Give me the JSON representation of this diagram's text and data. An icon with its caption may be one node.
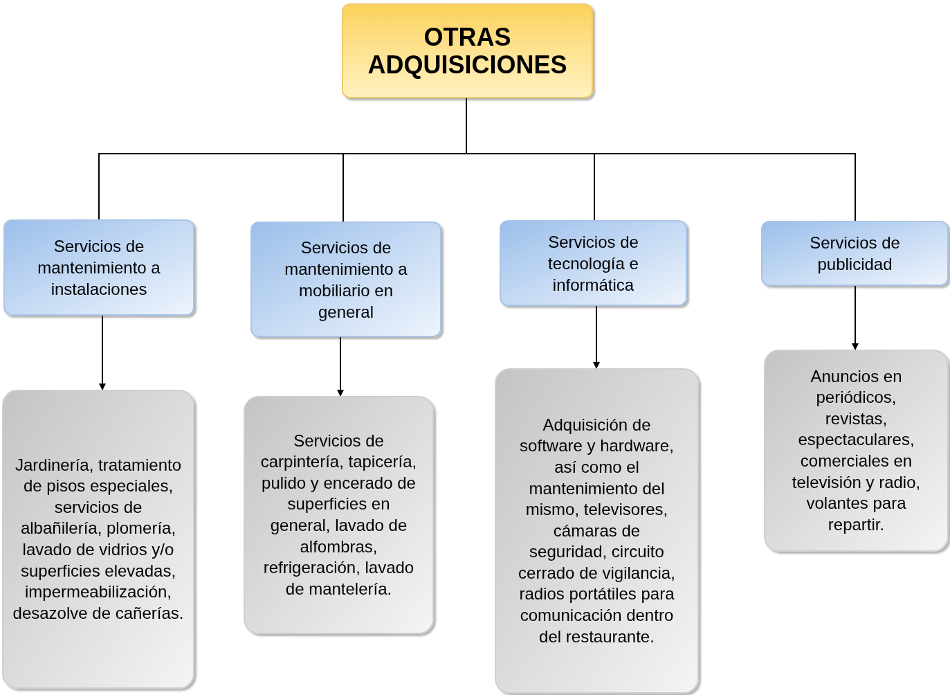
{
  "diagram": {
    "nodes": [
      {
        "text": [
          "OTRAS ADQUISICIONES"
        ]
      },
      {
        "text": [
          "Servicios de mantenimiento a instalaciones"
        ]
      },
      {
        "text": [
          "Servicios de mantenimiento a mobiliario en general"
        ]
      },
      {
        "text": [
          "Servicios de tecnología e informática"
        ]
      },
      {
        "text": [
          "Servicios de publicidad"
        ]
      },
      {
        "text": [
          "Jardinería, tratamiento de pisos especiales, servicios de albañilería, plomería, lavado de vidrios y/o superficies elevadas, impermeabilización, desazolve de cañerías."
        ]
      },
      {
        "text": [
          "Servicios de carpintería, tapicería, pulido y encerado de superficies en general, lavado de alfombras, refrigeración, lavado de mantelería."
        ]
      },
      {
        "text": [
          "Adquisición de software y hardware, así como el mantenimiento del mismo, televisores, cámaras de seguridad, circuito cerrado de vigilancia, radios portátiles para comunicación dentro del restaurante."
        ]
      },
      {
        "text": [
          "Anuncios en periódicos, revistas, espectaculares, comerciales en televisión y radio, volantes para repartir."
        ]
      }
    ],
    "edges": [
      {
        "from": 0,
        "to": 1,
        "arrow": "none"
      },
      {
        "from": 0,
        "to": 2,
        "arrow": "none"
      },
      {
        "from": 0,
        "to": 3,
        "arrow": "none"
      },
      {
        "from": 0,
        "to": 4,
        "arrow": "none"
      },
      {
        "from": 1,
        "to": 5,
        "arrow": "to"
      },
      {
        "from": 2,
        "to": 6,
        "arrow": "to"
      },
      {
        "from": 3,
        "to": 7,
        "arrow": "to"
      },
      {
        "from": 4,
        "to": 8,
        "arrow": "to"
      }
    ]
  }
}
